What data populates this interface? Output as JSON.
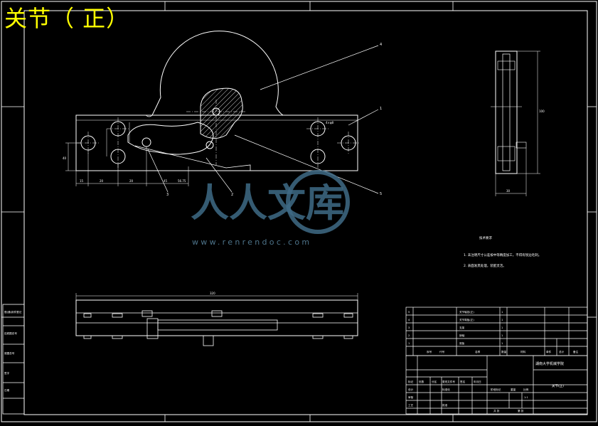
{
  "drawing_title": "关节（ 正）",
  "watermark": {
    "brand": "人人文库",
    "url": "www.renrendoc.com"
  },
  "tech_requirements": {
    "heading": "技术要求",
    "items": [
      "1. 未注明尺寸公差按中等精度加工，不得有锐边毛刺。",
      "2. 表面发黑处理，装配灵活。"
    ]
  },
  "balloons": [
    "1",
    "2",
    "3",
    "4",
    "5"
  ],
  "dimensions": {
    "total_length": "320",
    "bottom_row": [
      "15",
      "20",
      "20",
      "45",
      "56.75"
    ],
    "left_height": "40",
    "side_height": "100",
    "side_width": "30",
    "hole_note": "4×φ8"
  },
  "left_stamp": {
    "rows": [
      "借(通)用件登记",
      "旧底图总号",
      "底图总号",
      "签字",
      "日期"
    ]
  },
  "title_block": {
    "company": "湖南大学机械学院",
    "drawing_name": "关节(正)",
    "parts_list": [
      {
        "no": "5",
        "name": "关节轴挡(正)",
        "qty": "1"
      },
      {
        "no": "4",
        "name": "关节弯板(正)",
        "qty": "1"
      },
      {
        "no": "3",
        "name": "支架",
        "qty": "1"
      },
      {
        "no": "2",
        "name": "销轴",
        "qty": "1"
      },
      {
        "no": "1",
        "name": "底板",
        "qty": "1"
      }
    ],
    "parts_header": [
      "序号",
      "代号",
      "名称",
      "数量",
      "材料",
      "单件",
      "总计",
      "备注"
    ],
    "signature_rows": [
      [
        "标记",
        "处数",
        "分区",
        "更改文件号",
        "签名",
        "年月日"
      ],
      [
        "设计",
        "",
        "标准化",
        "",
        "阶段标记",
        "重量",
        "比例"
      ],
      [
        "审核",
        "",
        "",
        "",
        "",
        "",
        "1:1"
      ],
      [
        "工艺",
        "",
        "批准",
        "",
        "共 张",
        "第 张"
      ]
    ]
  },
  "colors": {
    "background": "#000000",
    "line": "#ffffff",
    "title": "#ffff00",
    "watermark": "#3f6b86"
  }
}
